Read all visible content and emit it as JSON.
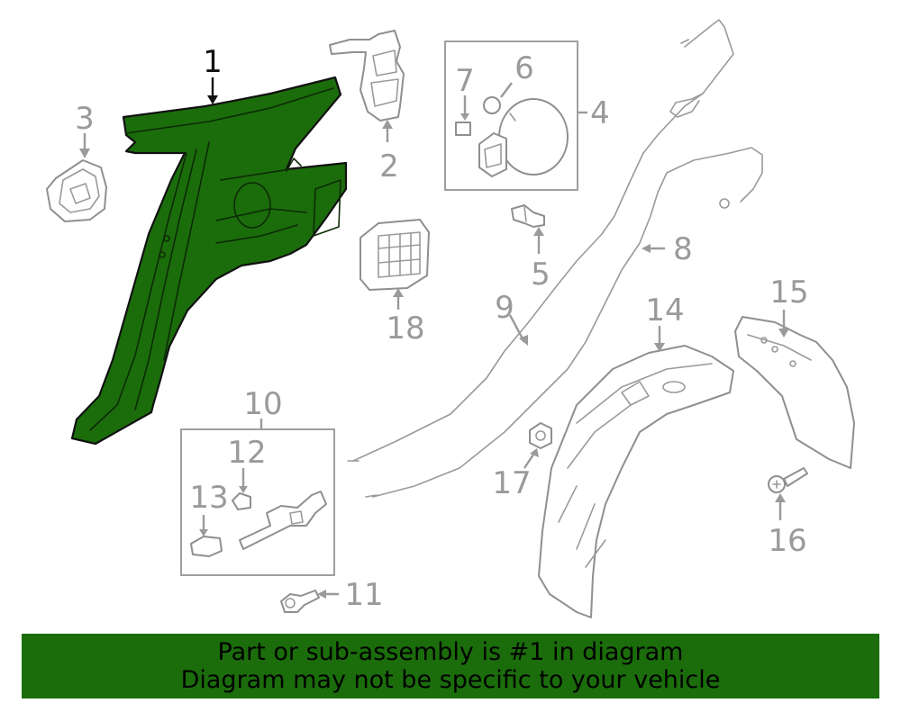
{
  "highlight_color": "#1b6d0b",
  "callouts": {
    "c1": "1",
    "c2": "2",
    "c3": "3",
    "c4": "4",
    "c5": "5",
    "c6": "6",
    "c7": "7",
    "c8": "8",
    "c9": "9",
    "c10": "10",
    "c11": "11",
    "c12": "12",
    "c13": "13",
    "c14": "14",
    "c15": "15",
    "c16": "16",
    "c17": "17",
    "c18": "18"
  },
  "banner": {
    "line1": "Part or sub-assembly is #1 in diagram",
    "line2": "Diagram may not be specific to your vehicle"
  }
}
